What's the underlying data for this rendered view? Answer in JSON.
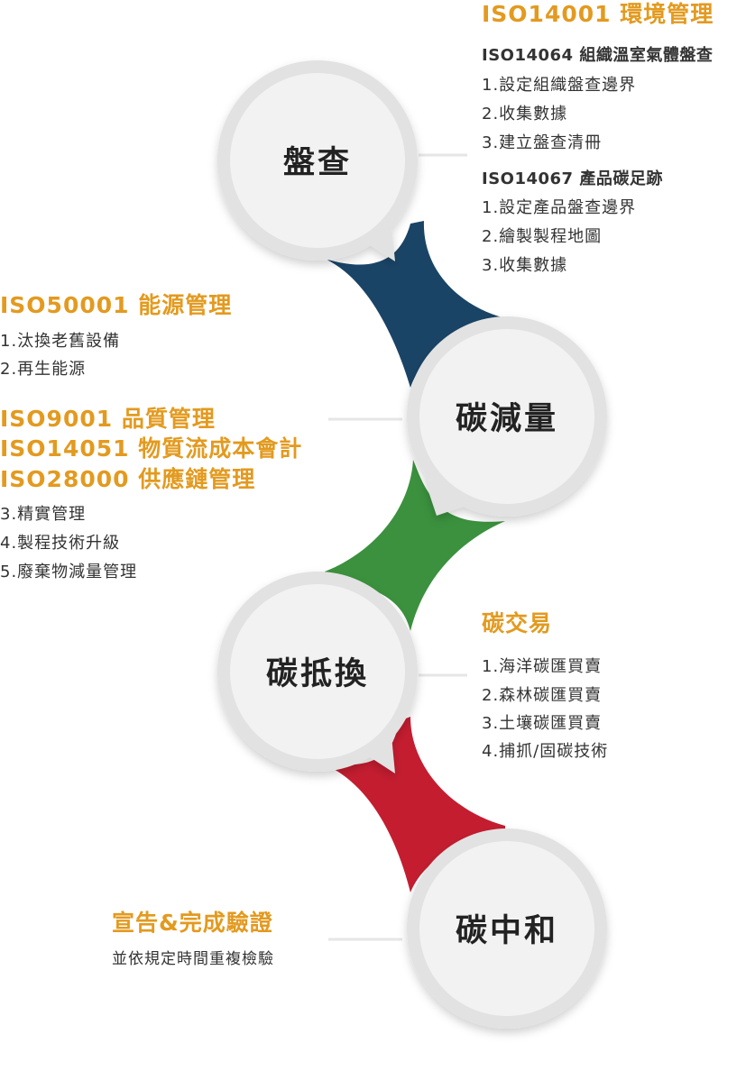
{
  "colors": {
    "connector_1": "#1A4466",
    "connector_2": "#3B913E",
    "connector_3": "#C41D30",
    "accent_title": "#E39A1F",
    "node_fill": "#F2F2F2",
    "node_ring": "#E2E2E2",
    "text_dark": "#333333"
  },
  "nodes": [
    {
      "label": "盤查"
    },
    {
      "label": "碳減量"
    },
    {
      "label": "碳抵換"
    },
    {
      "label": "碳中和"
    }
  ],
  "inventory": {
    "title": "ISO14001 環境管理",
    "ghg_heading": "ISO14064 組織溫室氣體盤查",
    "ghg_items": [
      "1.設定組織盤查邊界",
      "2.收集數據",
      "3.建立盤查清冊"
    ],
    "footprint_heading": "ISO14067 產品碳足跡",
    "footprint_items": [
      "1.設定產品盤查邊界",
      "2.繪製製程地圖",
      "3.收集數據"
    ]
  },
  "reduction": {
    "energy_title": "ISO50001 能源管理",
    "energy_items": [
      "1.汰換老舊設備",
      "2.再生能源"
    ],
    "quality_titles": [
      "ISO9001 品質管理",
      "ISO14051 物質流成本會計",
      "ISO28000 供應鏈管理"
    ],
    "quality_items": [
      "3.精實管理",
      "4.製程技術升級",
      "5.廢棄物減量管理"
    ]
  },
  "offset": {
    "title": "碳交易",
    "items": [
      "1.海洋碳匯買賣",
      "2.森林碳匯買賣",
      "3.土壤碳匯買賣",
      "4.捕抓/固碳技術"
    ]
  },
  "neutral": {
    "title": "宣告&完成驗證",
    "desc": "並依規定時間重複檢驗"
  }
}
